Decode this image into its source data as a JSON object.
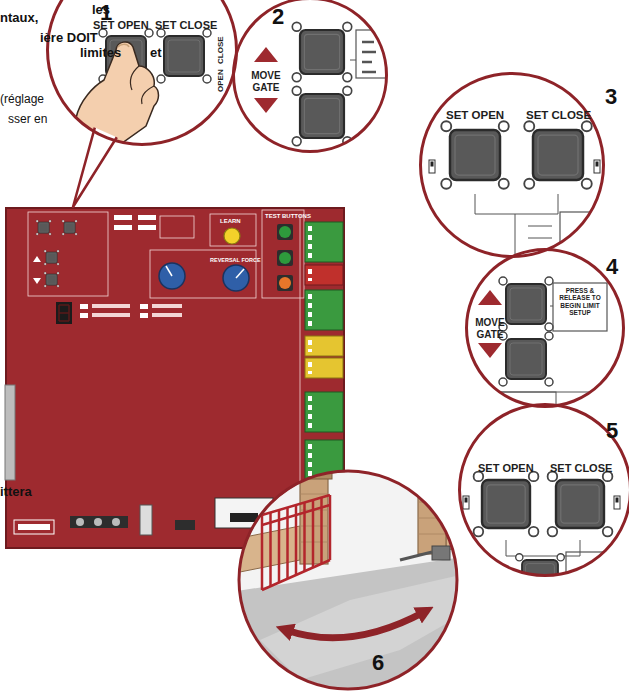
{
  "diagram": {
    "nodes": [
      {
        "text": [
          "SET OPEN",
          "SET CLOSE",
          "CLOSE",
          "OPEN"
        ]
      },
      {
        "text": [
          "MOVE GATE"
        ]
      },
      {
        "text": [
          "SET OPEN",
          "SET CLOSE"
        ]
      },
      {
        "text": [
          "LEARN",
          "TEST BUTTONS",
          "REVERSAL FORCE"
        ]
      },
      {
        "text": [
          "MOVE GATE",
          "PRESS & RELEASE TO BEGIN LIMIT SETUP"
        ]
      },
      {
        "text": [
          "SET OPEN",
          "SET CLOSE"
        ]
      }
    ],
    "edges": [
      {
        "from": 0,
        "to": 3,
        "arrow": "none"
      }
    ],
    "labels": [
      "1",
      "2",
      "3",
      "4",
      "5",
      "6",
      "ntaux,",
      "les",
      "ière DOIT",
      "limites",
      "et",
      "(réglage",
      "sser en",
      "ittera"
    ]
  }
}
